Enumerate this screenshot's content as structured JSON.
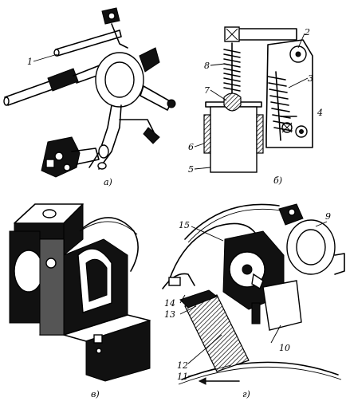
{
  "panels": [
    {
      "id": "a",
      "label": "а)"
    },
    {
      "id": "b",
      "label": "б)"
    },
    {
      "id": "v",
      "label": "в)"
    },
    {
      "id": "g",
      "label": "г)"
    }
  ],
  "callouts": {
    "a": [
      "1"
    ],
    "b": [
      "2",
      "3",
      "4",
      "5",
      "6",
      "7",
      "8"
    ],
    "g": [
      "9",
      "10",
      "11",
      "12",
      "13",
      "14",
      "15"
    ]
  }
}
